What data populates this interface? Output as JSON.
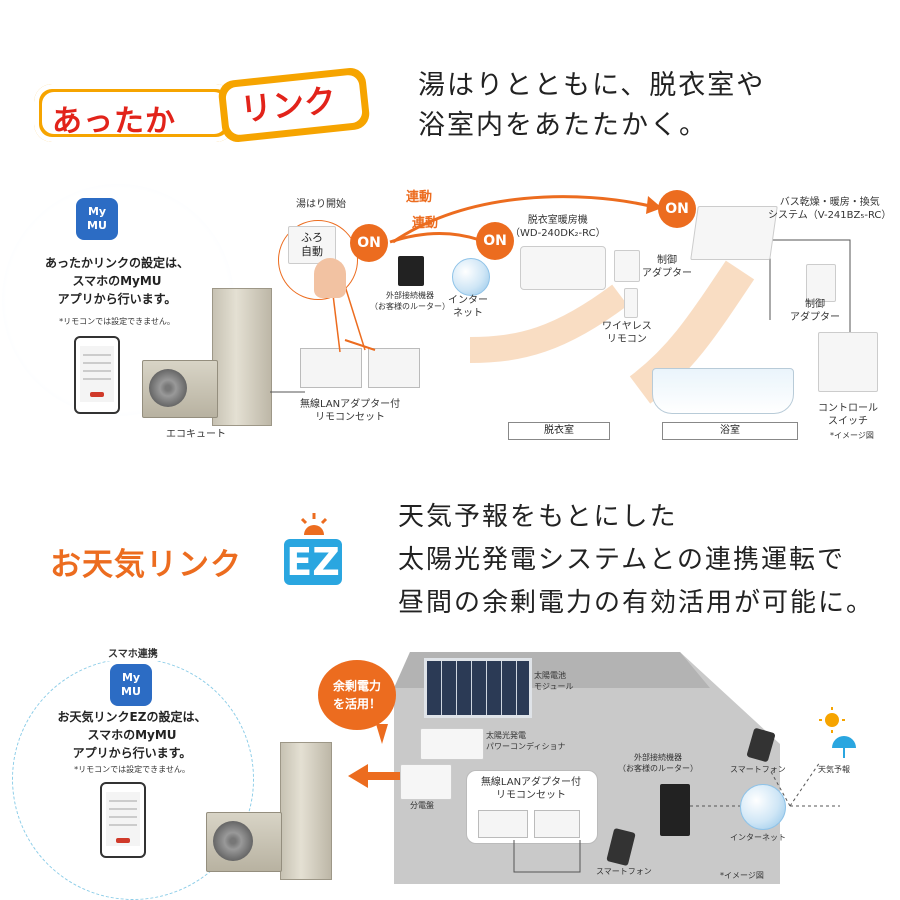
{
  "section1": {
    "logo_left": "あったか",
    "logo_right": "リンク",
    "headline": [
      "湯はりとともに、脱衣室や",
      "浴室内をあたたかく。"
    ],
    "app": {
      "icon_text": [
        "My",
        "MU"
      ],
      "text": [
        "あったかリンクの設定は、",
        "スマホのMyMU",
        "アプリから行います。"
      ],
      "note": "*リモコンでは設定できません。"
    },
    "labels": {
      "yuhari": "湯はり開始",
      "button": [
        "ふろ",
        "自動"
      ],
      "on": "ON",
      "rendo": "連動",
      "router": [
        "外部接続機器",
        "（お客様のルーター）"
      ],
      "internet": [
        "インター",
        "ネット"
      ],
      "heater": [
        "脱衣室暖房機",
        "（WD-240DK₂-RC）"
      ],
      "adapter": [
        "制御",
        "アダプター"
      ],
      "wireless_remote": [
        "ワイヤレス",
        "リモコン"
      ],
      "bath_system": [
        "バス乾燥・暖房・換気",
        "システム（V-241BZ₅-RC）"
      ],
      "control_switch": [
        "コントロール",
        "スイッチ"
      ],
      "note": "*イメージ図",
      "ecocute": "エコキュート",
      "remote_set": [
        "無線LANアダプター付",
        "リモコンセット"
      ],
      "room_dressing": "脱衣室",
      "room_bath": "浴室"
    }
  },
  "section2": {
    "logo": "お天気リンク",
    "logo_ez": "EZ",
    "headline": [
      "天気予報をもとにした",
      "太陽光発電システムとの連携運転で",
      "昼間の余剰電力の有効活用が可能に。"
    ],
    "app": {
      "top_label": "スマホ連携",
      "icon_text": [
        "My",
        "MU"
      ],
      "text": [
        "お天気リンクEZの設定は、",
        "スマホのMyMU",
        "アプリから行います。"
      ],
      "note": "*リモコンでは設定できません。"
    },
    "labels": {
      "bubble": [
        "余剰電力",
        "を活用！"
      ],
      "solar": [
        "太陽電池",
        "モジュール"
      ],
      "conditioner": [
        "太陽光発電",
        "パワーコンディショナ"
      ],
      "distribution": "分電盤",
      "remote_set": [
        "無線LANアダプター付",
        "リモコンセット"
      ],
      "router": [
        "外部接続機器",
        "（お客様のルーター）"
      ],
      "smartphone": "スマートフォン",
      "smartphone2": "スマートフォン",
      "weather": "天気予報",
      "internet": "インターネット",
      "note": "*イメージ図"
    }
  },
  "colors": {
    "accent_orange": "#ec6c1f",
    "logo_red": "#e2231a",
    "logo_gold": "#f6a400",
    "ez_blue": "#2aa6e0"
  }
}
